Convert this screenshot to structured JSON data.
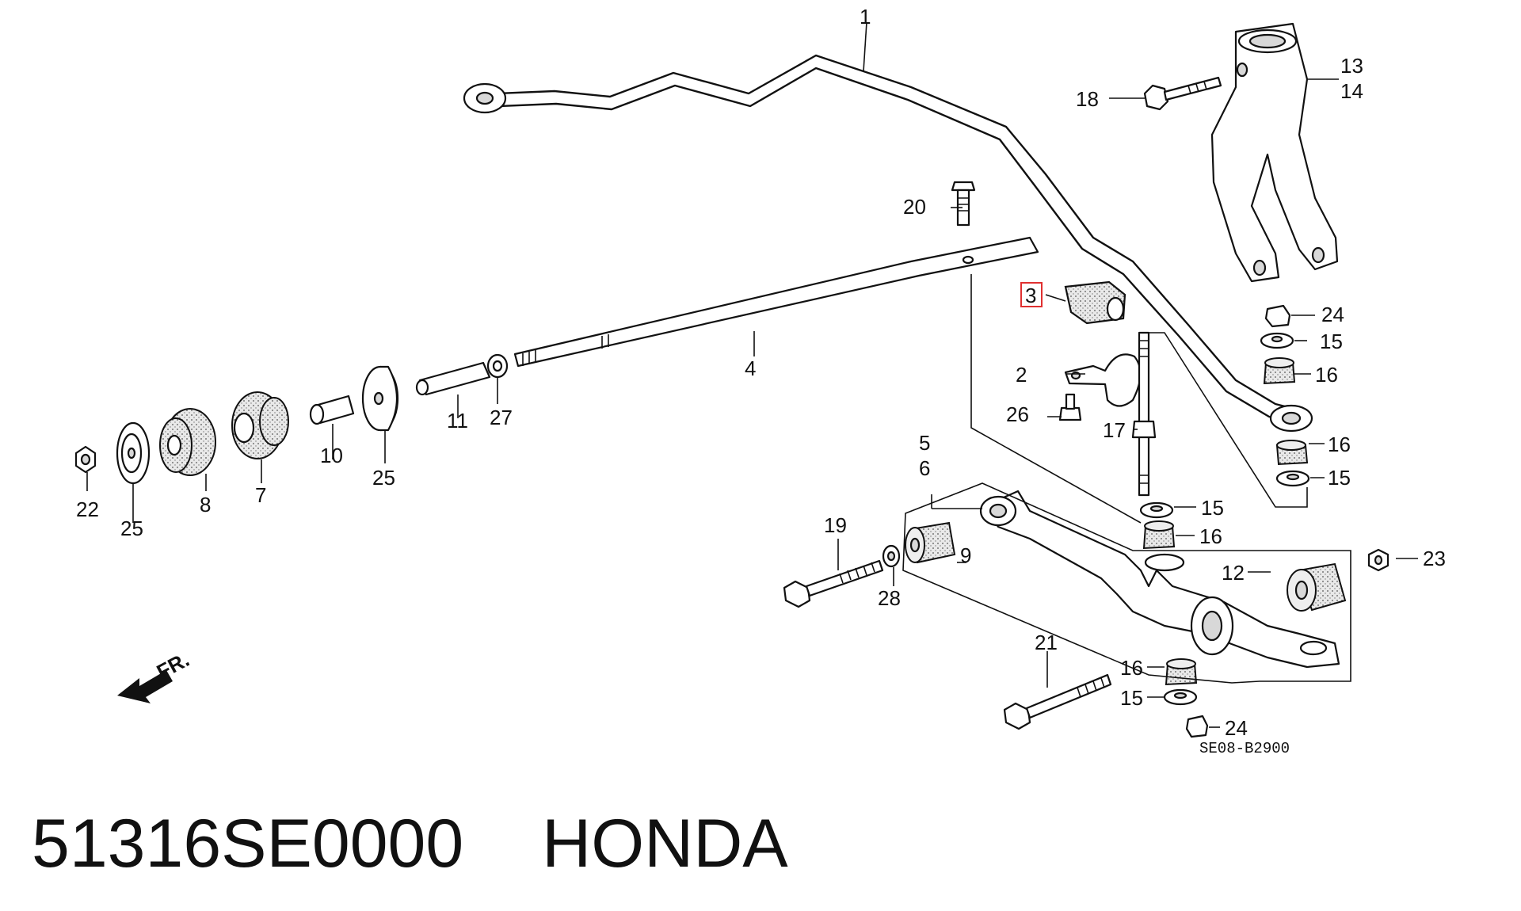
{
  "diagram": {
    "callouts": {
      "c1": "1",
      "c2": "2",
      "c3": "3",
      "c4": "4",
      "c5": "5",
      "c6": "6",
      "c7": "7",
      "c8": "8",
      "c9": "9",
      "c10": "10",
      "c11": "11",
      "c12": "12",
      "c13": "13",
      "c14": "14",
      "c15a": "15",
      "c15b": "15",
      "c15c": "15",
      "c15d": "15",
      "c16a": "16",
      "c16b": "16",
      "c16c": "16",
      "c16d": "16",
      "c17": "17",
      "c18": "18",
      "c19": "19",
      "c20": "20",
      "c21": "21",
      "c22": "22",
      "c23": "23",
      "c24a": "24",
      "c24b": "24",
      "c25a": "25",
      "c25b": "25",
      "c26": "26",
      "c27": "27",
      "c28": "28"
    },
    "highlighted_callout": "3",
    "highlight_color": "#e03030",
    "direction_label": "FR.",
    "drawing_code": "SE08-B2900"
  },
  "caption": {
    "part_number": "51316SE0000",
    "brand": "HONDA"
  }
}
